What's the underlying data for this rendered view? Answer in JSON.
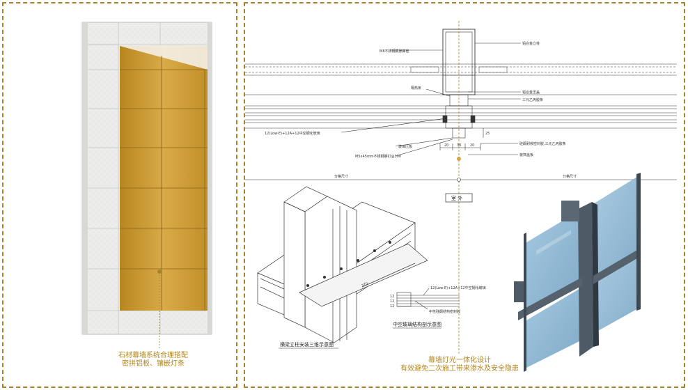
{
  "left_panel": {
    "caption_line1": "石材幕墙系统合理搭配",
    "caption_line2": "密拼铝板、镶嵌灯条"
  },
  "right_panel": {
    "caption_line1": "幕墙灯光一体化设计",
    "caption_line2": "有效避免二次施工带来渗水及安全隐患",
    "section_labels": {
      "mullion": "铝合金立柱",
      "bolt": "M8不锈钢膨胀螺栓",
      "pressure_plate": "铝合金压盖",
      "epdm": "三元乙丙胶条",
      "insulation": "隔热条",
      "glass_spec": "12(Low-E)+12A+12中空钢化玻璃",
      "clamp": "玻璃压板",
      "screw": "M5x45mm不锈钢螺钉@300",
      "sealant": "硅酮耐候密封胶,三元乙丙胶条",
      "cover": "装饰盖板",
      "dimension_left": "分格尺寸",
      "dimension_right": "分格尺寸",
      "outdoor": "室 外",
      "dim_20a": "20",
      "dim_30": "30",
      "dim_20b": "20",
      "dim_25": "25"
    },
    "iso_label": "横梁立柱安装三维示意图",
    "glass_detail_label": "中空玻璃结构剖示意图",
    "glass_detail_spec": "12(Low-E)+12A+12中空钢化玻璃",
    "glass_detail_spacer": "中性硅酮结构密封胶",
    "iso_dim": "370",
    "glass_dim_1": "12",
    "glass_dim_2": "12",
    "glass_dim_3": "12"
  },
  "colors": {
    "frame_dash": "#a4842a",
    "caption": "#b0861e",
    "stone": "#e8e8e6",
    "gold_panel": "#c89a32",
    "glass": "#7aa8c8",
    "aluminum": "#4e5a66"
  }
}
